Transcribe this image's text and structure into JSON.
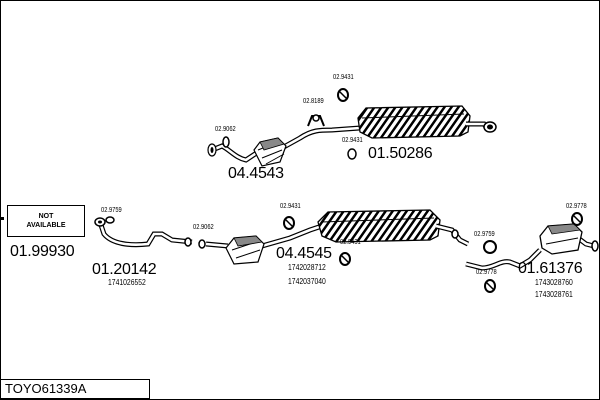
{
  "title": "TOYO61339A",
  "not_available": {
    "line1": "NOT",
    "line2": "AVAILABLE"
  },
  "labels": {
    "top_cat_code": "04.4543",
    "top_muffler_code": "01.50286",
    "top_clamp_a": "02.9431",
    "top_clamp_b": "02.8189",
    "top_clamp_c": "02.9062",
    "top_clamp_d": "02.9431",
    "left_code": "01.99930",
    "front_pipe_code": "01.20142",
    "front_pipe_clamp": "02.9759",
    "front_pipe_ref": "1741026552",
    "cat_clamp": "02.9062",
    "mid_cat_code": "04.4545",
    "mid_clamp_a": "02.9431",
    "mid_clamp_b": "02.9431",
    "mid_ref_1": "1742028712",
    "mid_ref_2": "1742037040",
    "right_clamp_a": "02.9778",
    "right_clamp_b": "02.9759",
    "right_clamp_c": "02.9778",
    "right_code": "01.61376",
    "right_ref_1": "1743028760",
    "right_ref_2": "1743028761"
  }
}
